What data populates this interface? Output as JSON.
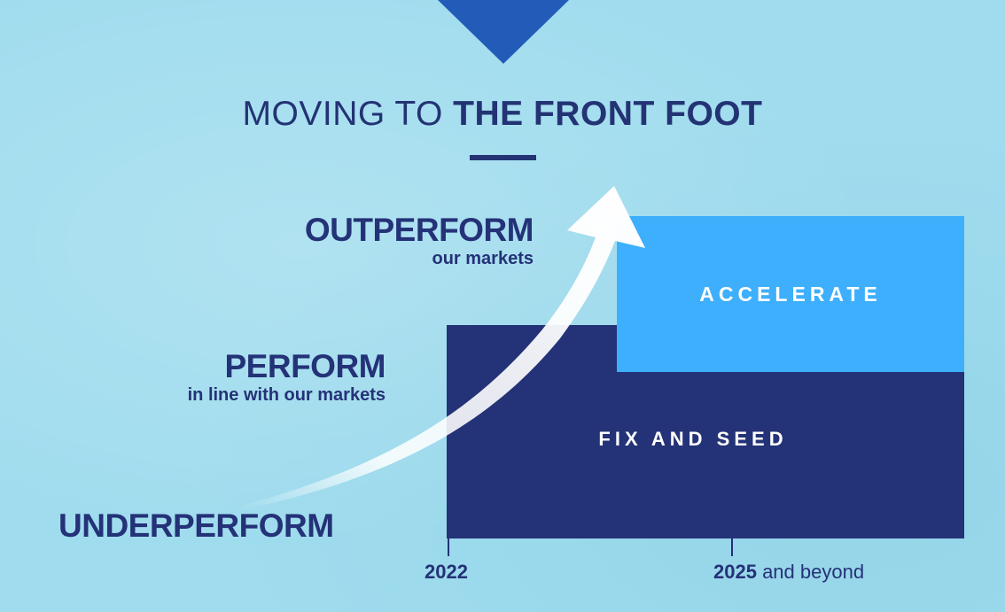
{
  "title": {
    "light": "MOVING TO ",
    "bold": "THE FRONT FOOT"
  },
  "phases": {
    "fix": "FIX AND SEED",
    "accelerate": "ACCELERATE"
  },
  "levels": {
    "outperform": {
      "main": "OUTPERFORM",
      "sub": "our markets"
    },
    "perform": {
      "main": "PERFORM",
      "sub": "in line with our markets"
    },
    "underperform": {
      "main": "UNDERPERFORM"
    }
  },
  "timeline": {
    "start": "2022",
    "end_bold": "2025",
    "end_rest": " and beyond"
  },
  "colors": {
    "background": "#9fdcee",
    "navy": "#243277",
    "bright_blue": "#3daffc",
    "triangle": "#235bb8",
    "arrow": "#ffffff"
  }
}
